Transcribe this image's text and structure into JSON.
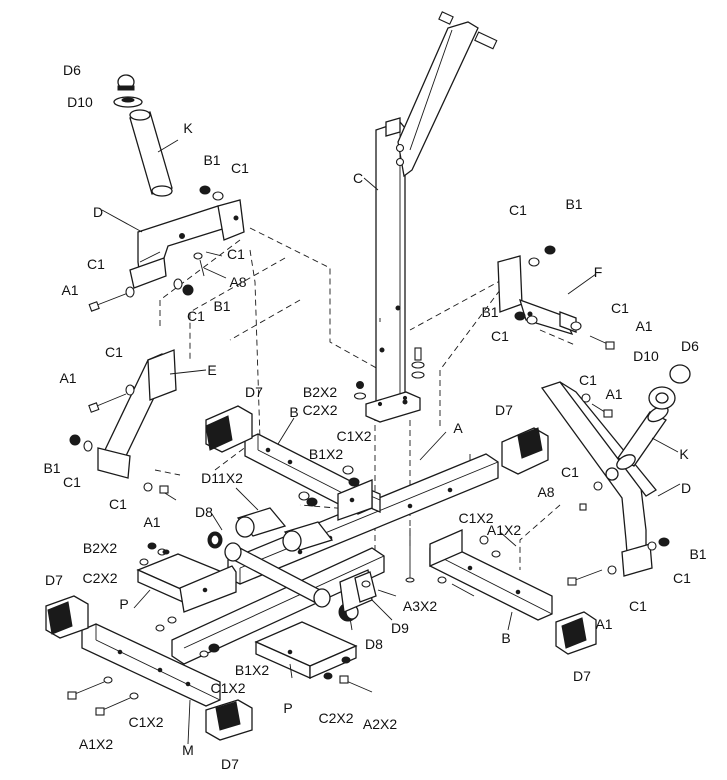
{
  "labels": {
    "D6_top": "D6",
    "D10_top": "D10",
    "K_top": "K",
    "B1_a": "B1",
    "C1_a": "C1",
    "D_left": "D",
    "C1_b": "C1",
    "A8_left": "A8",
    "C1_c": "C1",
    "A1_a": "A1",
    "C1_d": "C1",
    "B1_b": "B1",
    "C_main": "C",
    "C1_e": "C1",
    "B1_c": "B1",
    "F_right": "F",
    "B1_d": "B1",
    "C1_f": "C1",
    "C1_g": "C1",
    "C1_h": "C1",
    "A1_b": "A1",
    "D10_right": "D10",
    "D6_right": "D6",
    "C1_i": "C1",
    "A1_c": "A1",
    "E_left": "E",
    "B2X2_mid": "B2X2",
    "C2X2_mid": "C2X2",
    "D7_a": "D7",
    "B_left": "B",
    "C1X2_a": "C1X2",
    "B1X2_a": "B1X2",
    "A_main": "A",
    "D7_b": "D7",
    "C1_j": "C1",
    "A1_d": "A1",
    "K_right": "K",
    "B1_e": "B1",
    "C1_k": "C1",
    "C1_l": "C1",
    "A1_e": "A1",
    "C1_m": "C1",
    "A8_right": "A8",
    "D_right": "D",
    "D11X2": "D11X2",
    "D8_a": "D8",
    "B2X2_low": "B2X2",
    "C2X2_low": "C2X2",
    "P_left": "P",
    "C1X2_b": "C1X2",
    "A1X2_a": "A1X2",
    "B1_f": "B1",
    "C1_n": "C1",
    "D7_c": "D7",
    "A3X2": "A3X2",
    "D8_b": "D8",
    "D9": "D9",
    "B_right": "B",
    "D7_d": "D7",
    "A1_f": "A1",
    "C1_o": "C1",
    "B1X2_b": "B1X2",
    "C1X2_c": "C1X2",
    "P_right": "P",
    "C1X2_d": "C1X2",
    "C2X2_bot": "C2X2",
    "A2X2": "A2X2",
    "A1X2_b": "A1X2",
    "M_main": "M",
    "D7_e": "D7"
  },
  "line_color": "#1a1a1a"
}
